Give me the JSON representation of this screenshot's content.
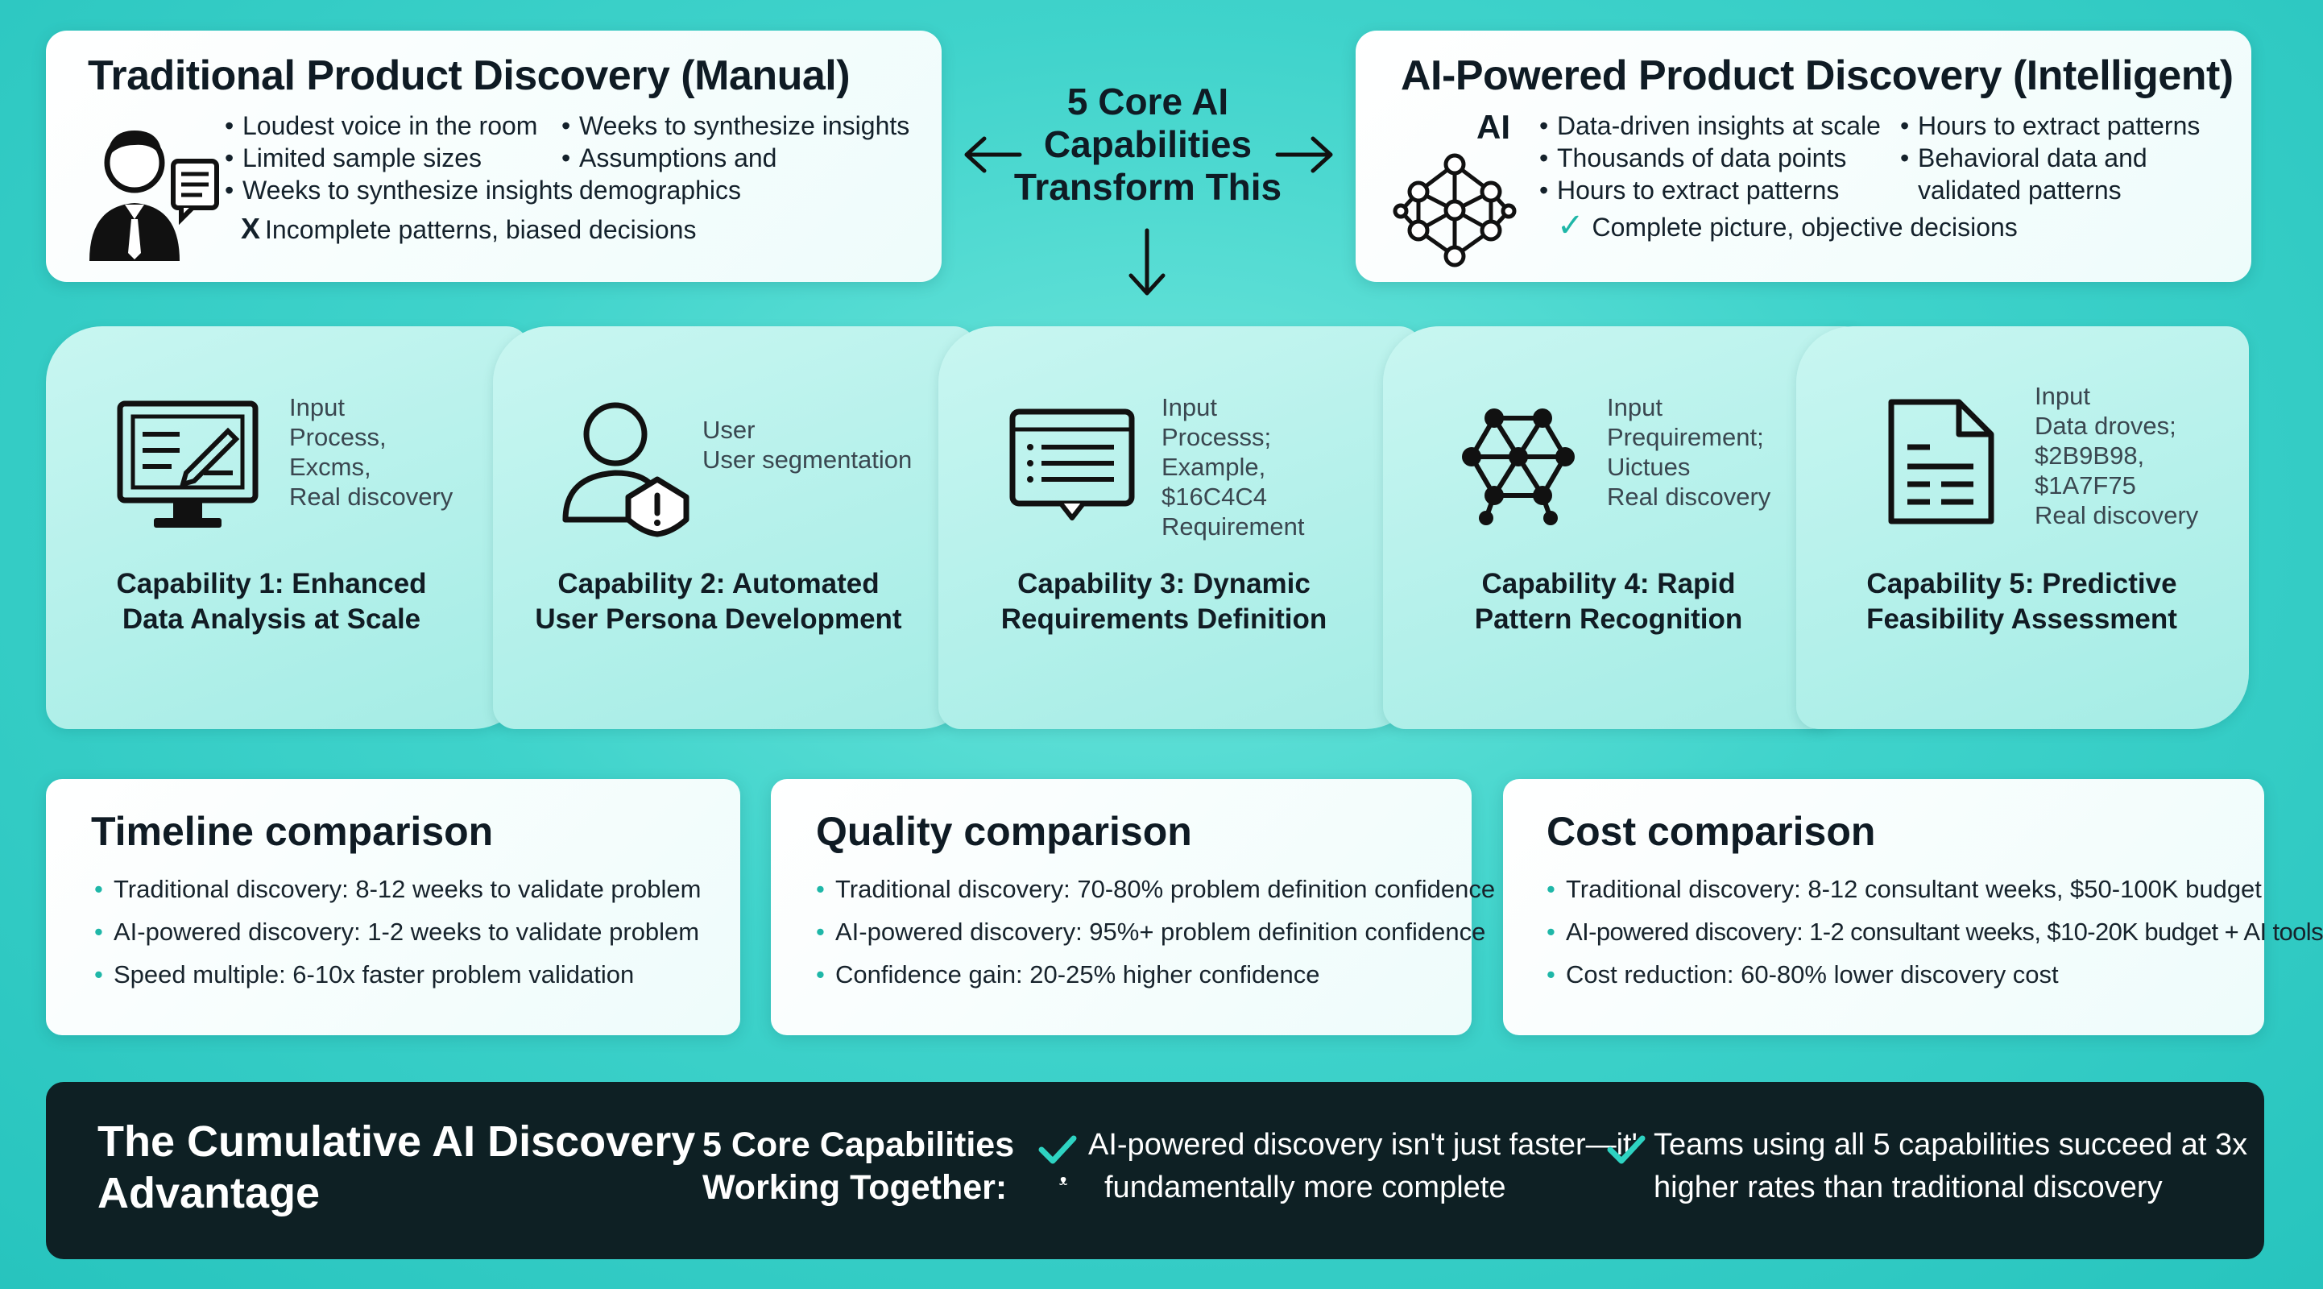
{
  "traditional": {
    "title": "Traditional Product Discovery (Manual)",
    "col1": [
      "Loudest voice in the room",
      "Limited sample sizes",
      "Weeks to synthesize insights"
    ],
    "col2": [
      "Weeks to synthesize insights",
      "Assumptions and demographics"
    ],
    "result": "Incomplete patterns, biased decisions",
    "result_mark": "X"
  },
  "center": {
    "text_lines": [
      "5 Core AI",
      "Capabilities",
      "Transform This"
    ]
  },
  "ai": {
    "title": "AI-Powered Product Discovery (Intelligent)",
    "badge": "AI",
    "col1": [
      "Data-driven insights at scale",
      "Thousands of data points",
      "Hours to extract patterns"
    ],
    "col2_line1": "Hours to extract patterns",
    "col2_line2a": "Behavioral data and",
    "col2_line2b": "validated patterns",
    "result": "Complete picture, objective decisions"
  },
  "capabilities": [
    {
      "notes": [
        "Input",
        "Process,",
        "Excms,",
        "Real discovery"
      ],
      "title_lines": [
        "Capability 1: Enhanced",
        "Data Analysis at Scale"
      ],
      "icon": "monitor-chart-icon"
    },
    {
      "notes": [
        "User",
        "User segmentation"
      ],
      "title_lines": [
        "Capability 2: Automated",
        "User Persona Development"
      ],
      "icon": "user-persona-icon"
    },
    {
      "notes": [
        "Input",
        "Processs;",
        "Example,",
        "$16C4C4",
        "Requirement"
      ],
      "title_lines": [
        "Capability 3: Dynamic",
        "Requirements Definition"
      ],
      "icon": "requirements-list-icon"
    },
    {
      "notes": [
        "Input",
        "Prequirement;",
        "Uictues",
        "Real discovery"
      ],
      "title_lines": [
        "Capability 4: Rapid",
        "Pattern Recognition"
      ],
      "icon": "neural-network-icon"
    },
    {
      "notes": [
        "Input",
        "Data droves;",
        "$2B9B98,",
        "$1A7F75",
        "Real discovery"
      ],
      "title_lines": [
        "Capability 5: Predictive",
        "Feasibility Assessment"
      ],
      "icon": "document-icon"
    }
  ],
  "comparisons": [
    {
      "title": "Timeline comparison",
      "items": [
        "Traditional discovery: 8-12 weeks to validate problem",
        "AI-powered discovery: 1-2 weeks to validate problem",
        "Speed multiple: 6-10x faster problem validation"
      ]
    },
    {
      "title": "Quality comparison",
      "items": [
        "Traditional discovery: 70-80% problem definition confidence",
        "AI-powered discovery: 95%+ problem definition confidence",
        "Confidence gain: 20-25% higher confidence"
      ]
    },
    {
      "title": "Cost comparison",
      "items": [
        "Traditional discovery: 8-12 consultant weeks, $50-100K budget",
        "AI-powered discovery: 1-2 consultant weeks, $10-20K budget + AI tools",
        "Cost reduction: 60-80% lower discovery cost"
      ]
    }
  ],
  "bottom": {
    "title_lines": [
      "The Cumulative AI Discovery",
      "Advantage"
    ],
    "sub_lines": [
      "5 Core Capabilities",
      "Working Together:"
    ],
    "point1_lines": [
      "AI-powered discovery isn't just faster—it'",
      "fundamentally more complete"
    ],
    "point1_stray": "ᵜ",
    "point2_lines": [
      "Teams using all 5 capabilities succeed at 3x",
      "higher rates than traditional discovery"
    ]
  },
  "colors": {
    "accent": "#1fb7a8",
    "dark": "#0e2024",
    "background": "#3fd3cb"
  }
}
